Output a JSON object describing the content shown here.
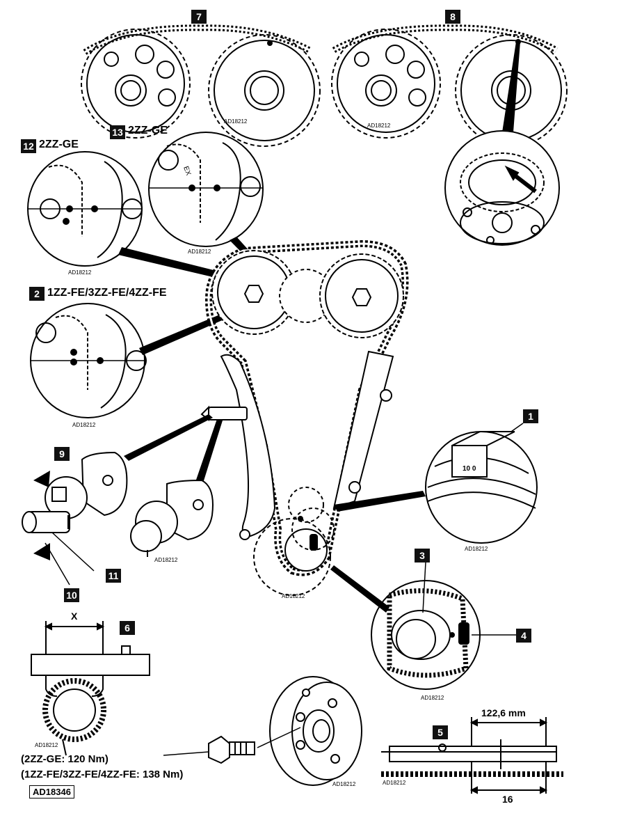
{
  "callouts": [
    "7",
    "8",
    "12",
    "13",
    "2",
    "1",
    "9",
    "11",
    "10",
    "3",
    "4",
    "6",
    "5"
  ],
  "engine_labels": {
    "gen_2zz_ge_a": "2ZZ-GE",
    "gen_2zz_ge_b": "2ZZ-GE",
    "gen_1zz": "1ZZ-FE/3ZZ-FE/4ZZ-FE"
  },
  "ref_code": "AD18212",
  "small_refs": [
    "AD18212",
    "AD18212",
    "AD18212",
    "AD18212",
    "AD18212",
    "AD18212",
    "AD18212",
    "AD18212",
    "AD18212",
    "AD18212",
    "AD18212",
    "AD18212"
  ],
  "ex_mark": "EX",
  "calliper_x": "X",
  "measure_top": "122,6 mm",
  "measure_bottom": "16",
  "torque_2zz": "(2ZZ-GE: 120 Nm)",
  "torque_1zz": "(1ZZ-FE/3ZZ-FE/4ZZ-FE: 138 Nm)",
  "figure_code": "AD18346",
  "sprocket_marks": "10 0"
}
